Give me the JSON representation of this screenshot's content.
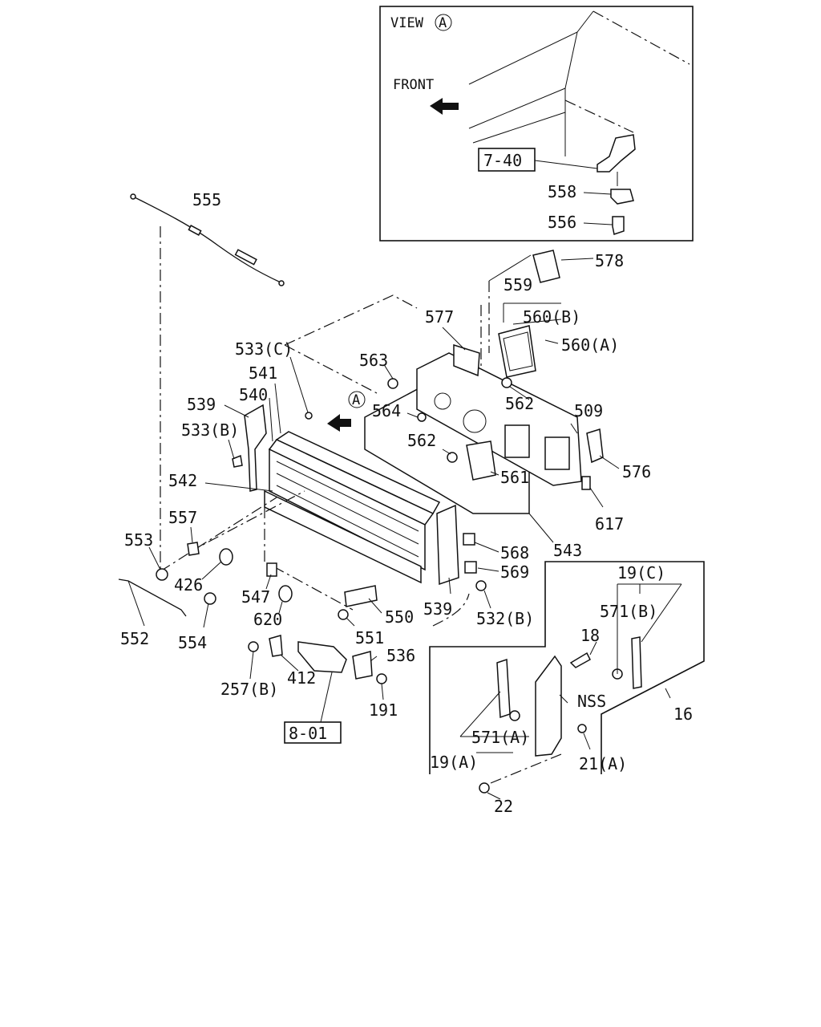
{
  "view_box": {
    "title": "VIEW",
    "marker": "A",
    "front_label": "FRONT",
    "ref_box": "7-40",
    "labels": [
      "558",
      "556"
    ]
  },
  "ref_box_bottom": "8-01",
  "view_marker_main": "A",
  "labels": {
    "l555": "555",
    "l578": "578",
    "l559": "559",
    "l560b": "560(B)",
    "l560a": "560(A)",
    "l577": "577",
    "l533c": "533(C)",
    "l563": "563",
    "l541": "541",
    "l540": "540",
    "l539a": "539",
    "l533b": "533(B)",
    "l564": "564",
    "l562a": "562",
    "l562b": "562",
    "l509": "509",
    "l576": "576",
    "l561": "561",
    "l617": "617",
    "l542": "542",
    "l557": "557",
    "l553": "553",
    "l543": "543",
    "l568": "568",
    "l569": "569",
    "l426": "426",
    "l547": "547",
    "l539b": "539",
    "l532b": "532(B)",
    "l620": "620",
    "l550": "550",
    "l552": "552",
    "l554": "554",
    "l551": "551",
    "l536": "536",
    "l257b": "257(B)",
    "l412": "412",
    "l191": "191",
    "l19c": "19(C)",
    "l571b": "571(B)",
    "l18": "18",
    "l nss": "NSS",
    "l16": "16",
    "l571a": "571(A)",
    "l19a": "19(A)",
    "l21a": "21(A)",
    "l22": "22"
  }
}
